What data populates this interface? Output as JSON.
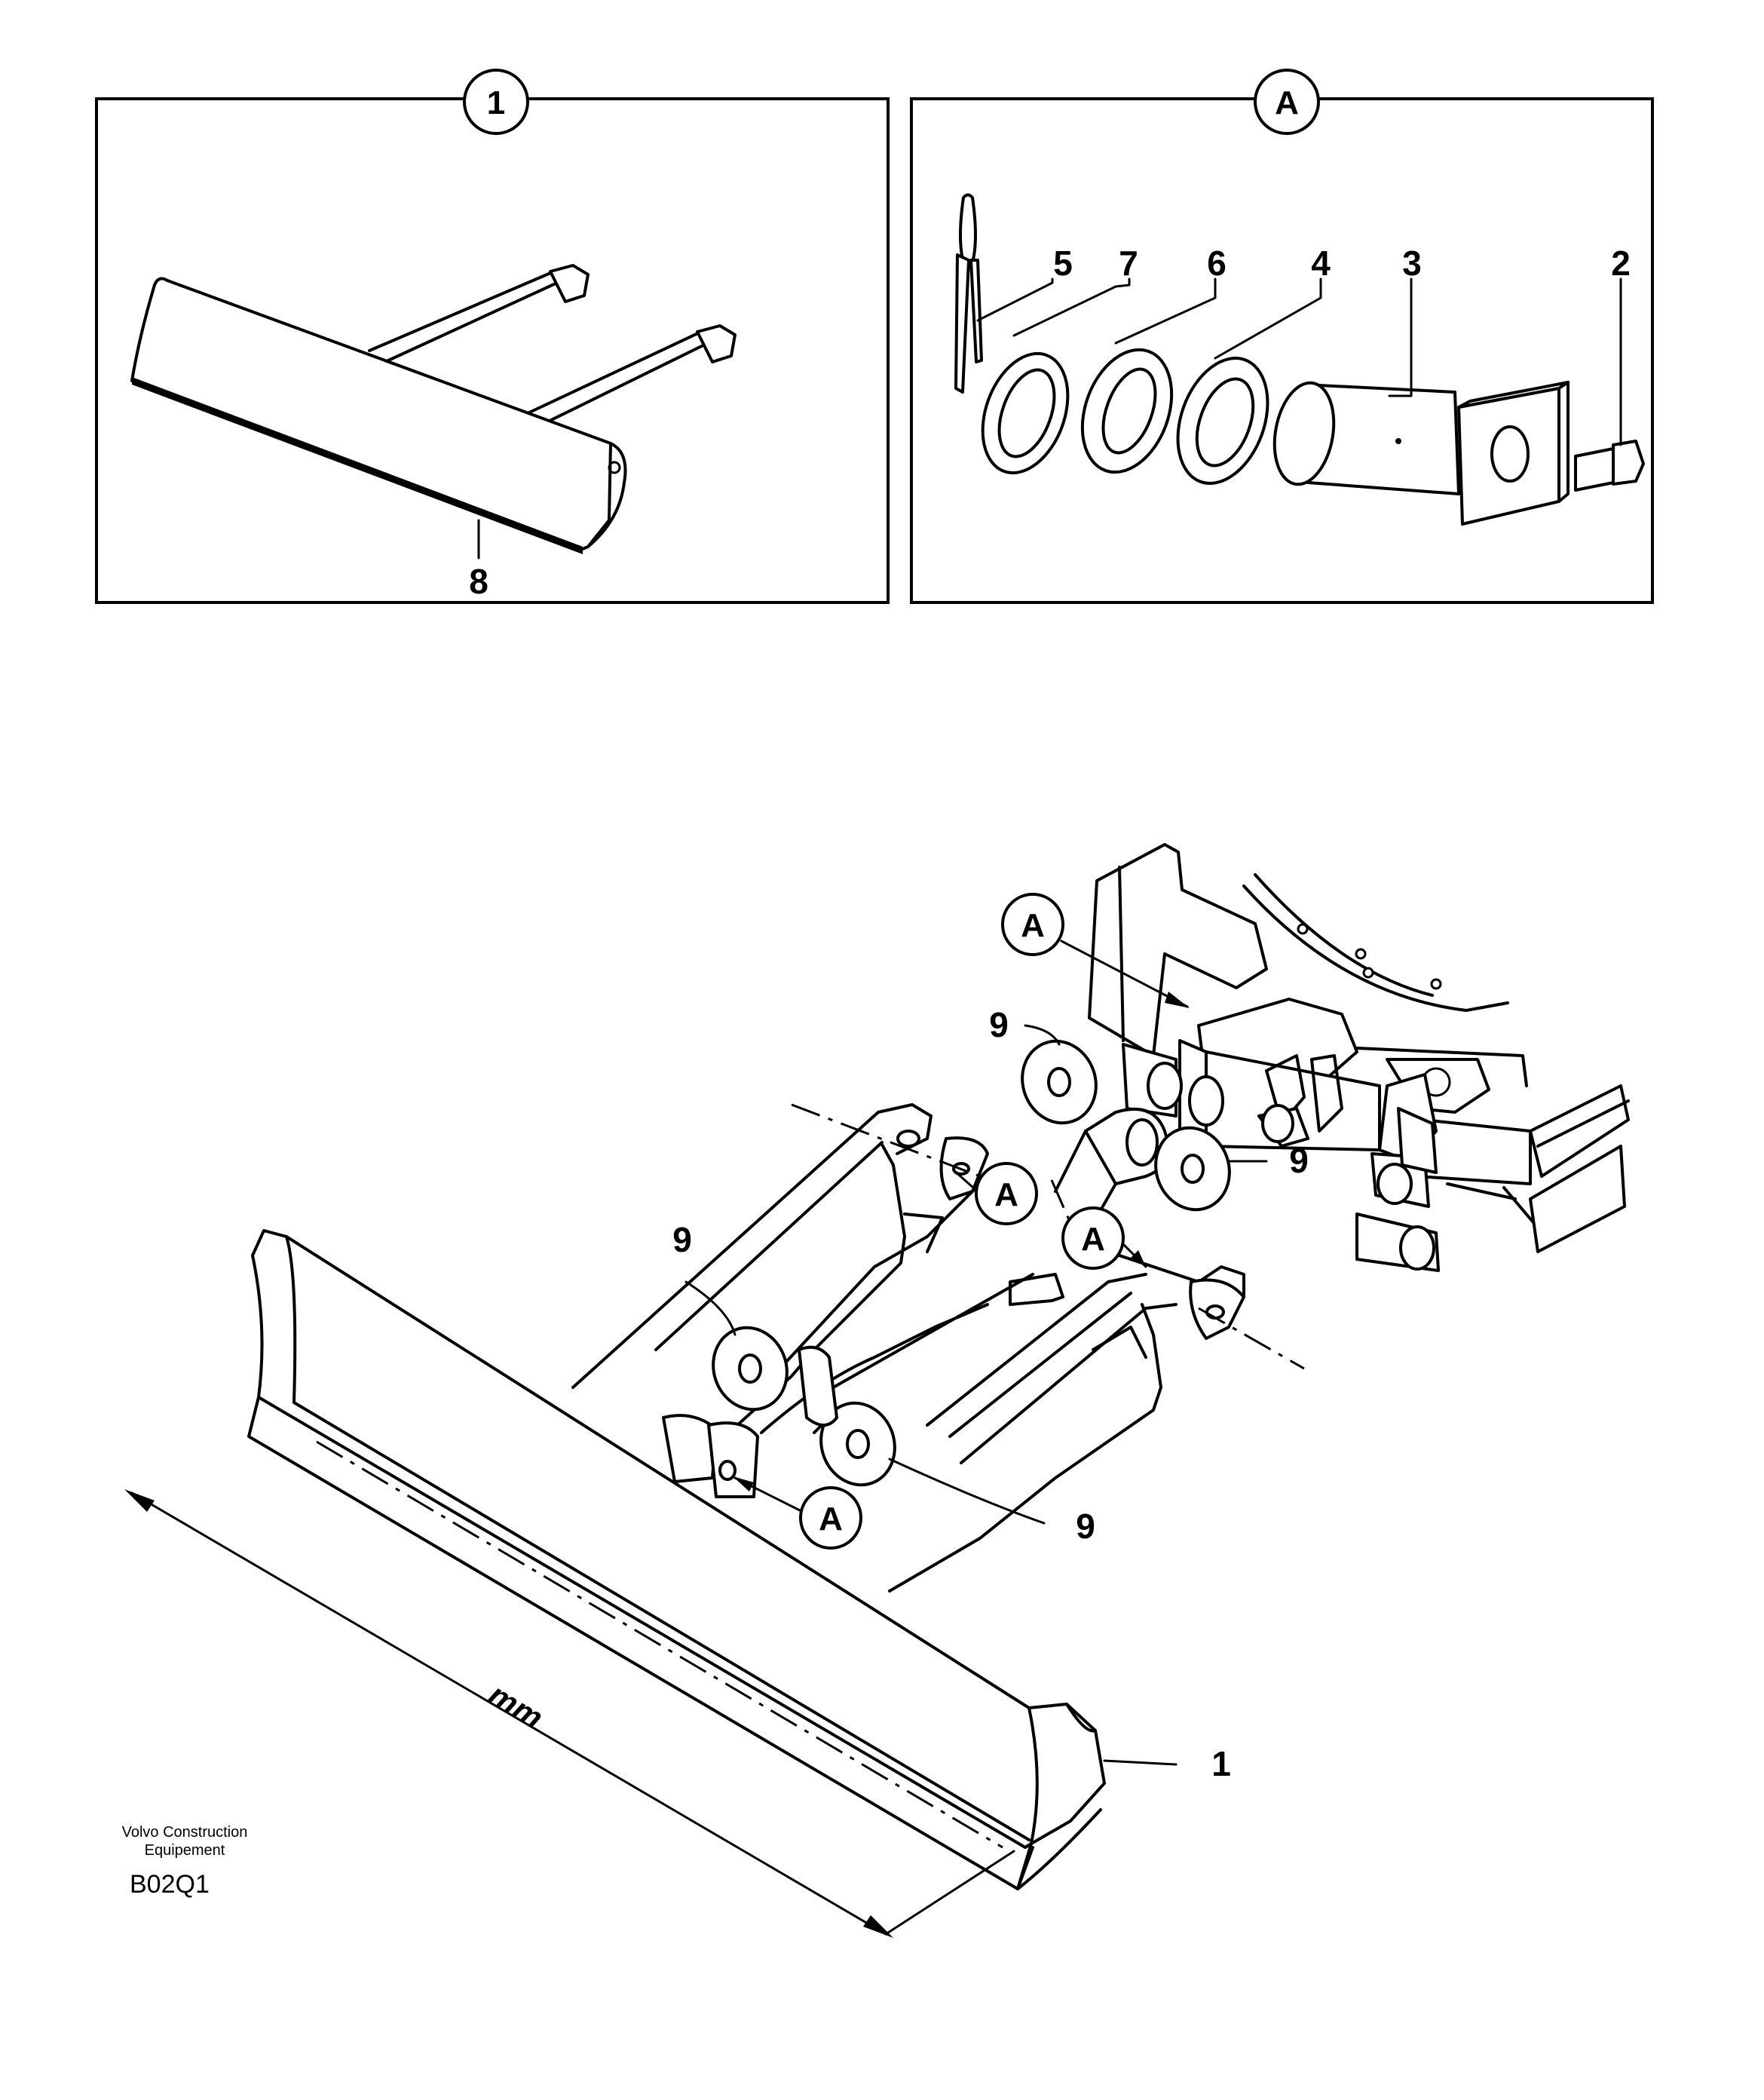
{
  "panels": {
    "blade_detail": {
      "id_label": "1",
      "callouts": [
        "8"
      ]
    },
    "pin_detail": {
      "id_label": "A",
      "callouts": [
        "5",
        "7",
        "6",
        "4",
        "3",
        "2"
      ]
    }
  },
  "main_view": {
    "callouts": {
      "blade": "1",
      "washer": "9"
    },
    "detail_ref": "A",
    "dimension_label": "mm"
  },
  "footer": {
    "maker_line1": "Volvo Construction",
    "maker_line2": "Equipement",
    "drawing_code": "B02Q1"
  }
}
